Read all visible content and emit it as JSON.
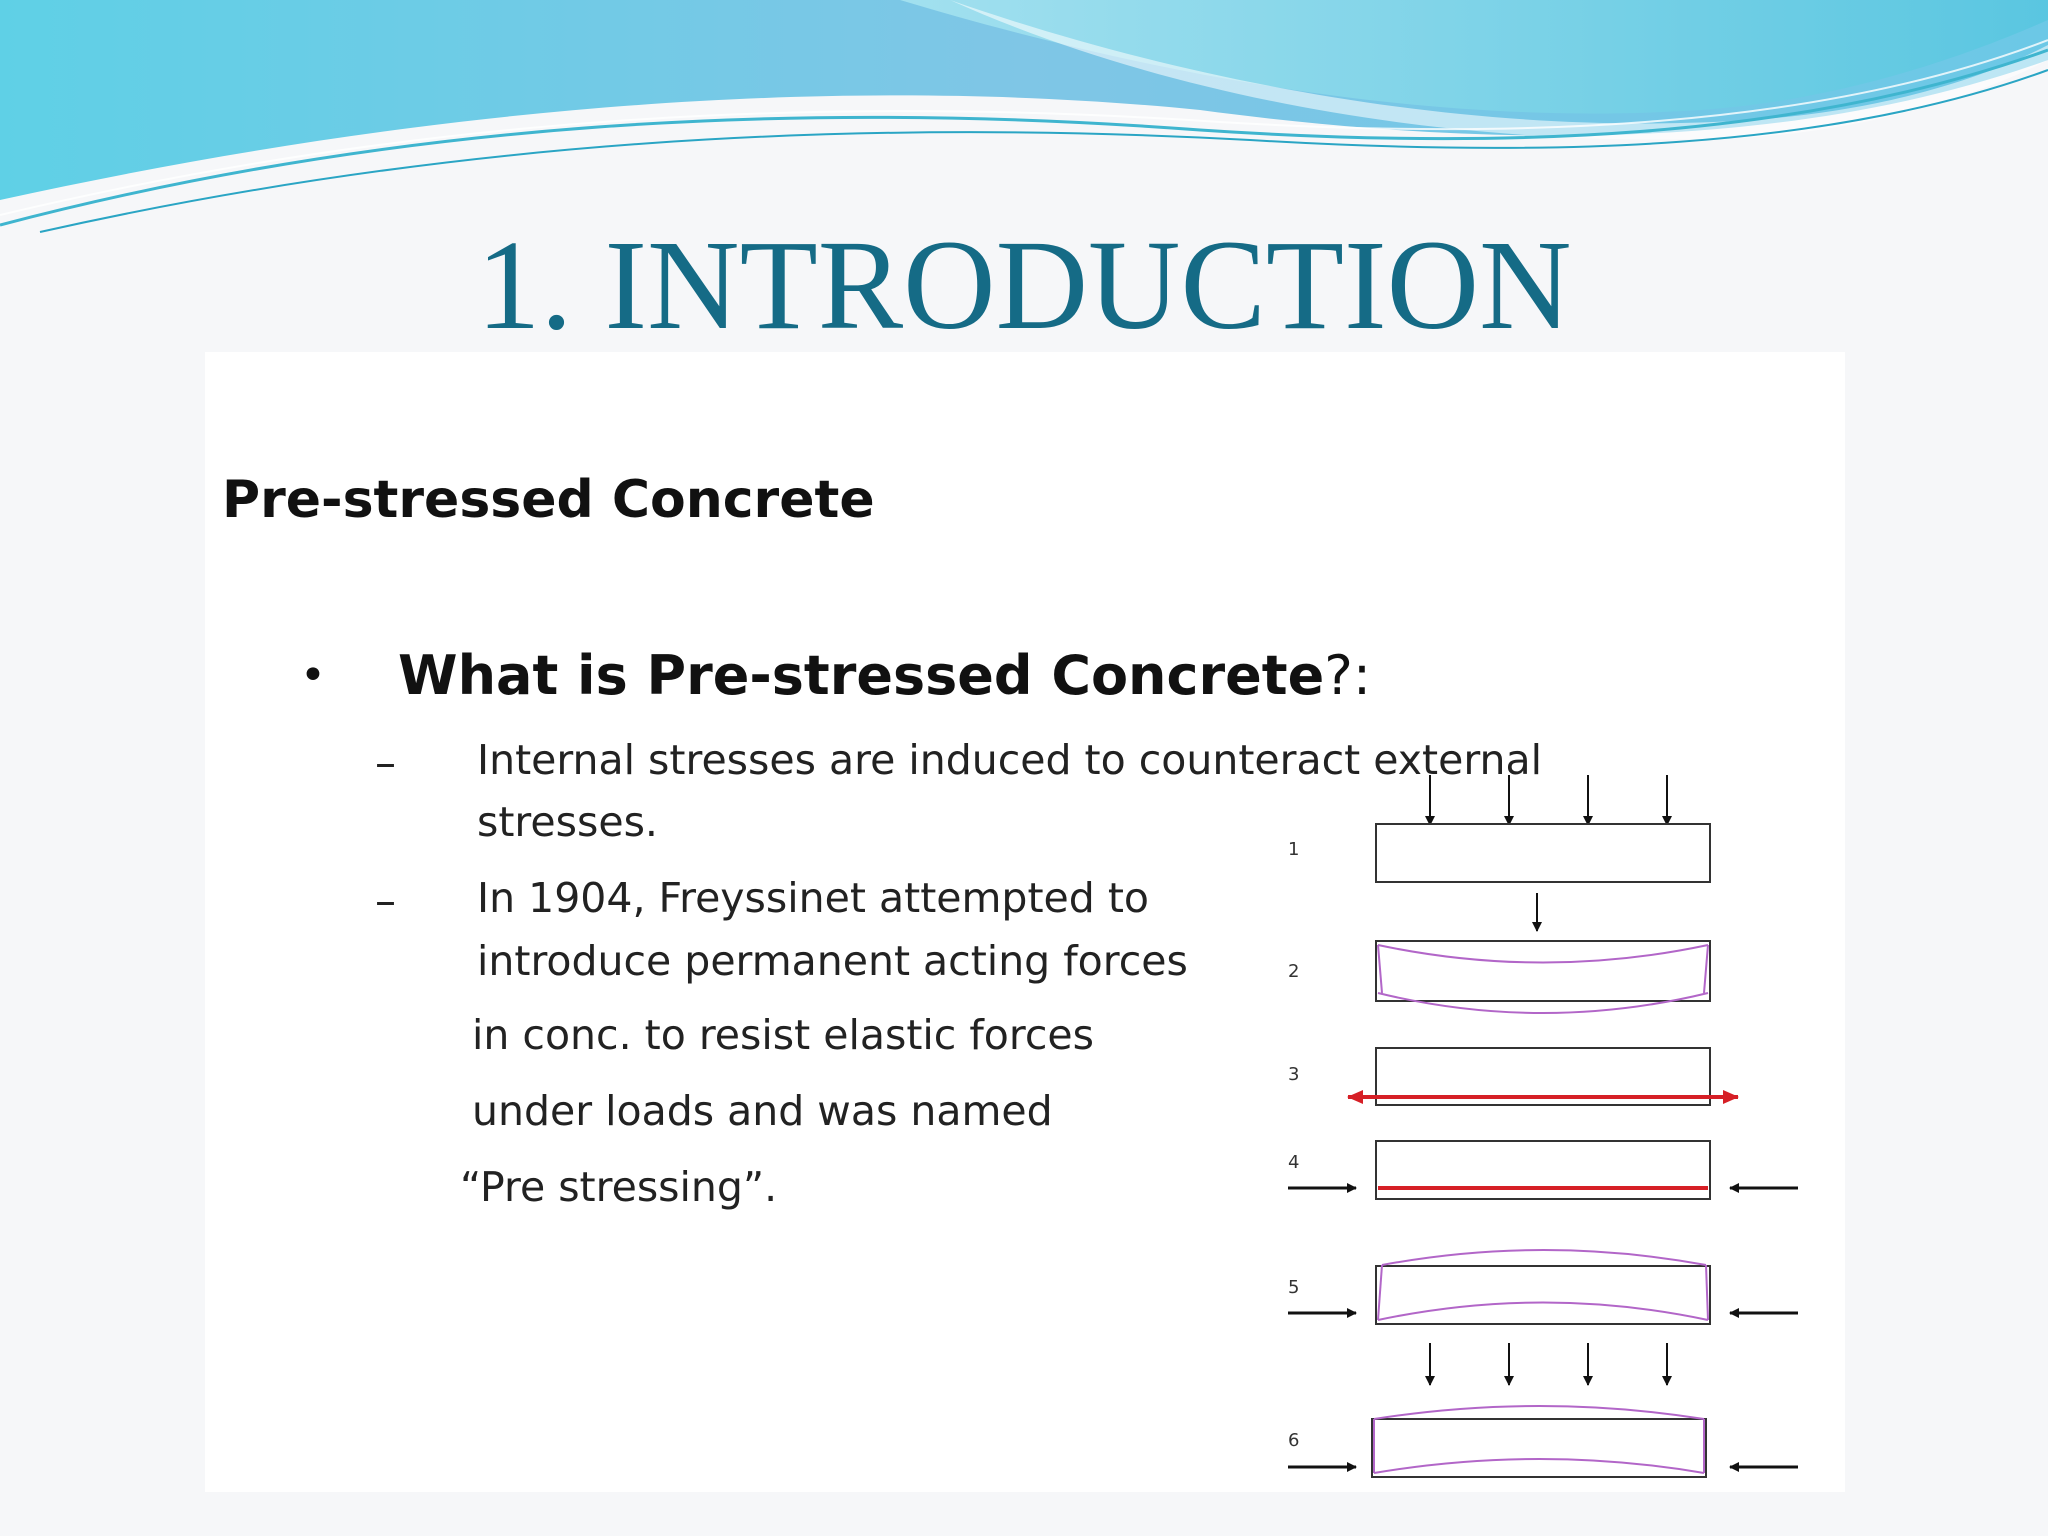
{
  "slide": {
    "title": "1. INTRODUCTION",
    "title_color": "#156b86",
    "accent_colors": {
      "wave_dark": "#29b6d4",
      "wave_light": "#9fdcee",
      "red_tendon": "#d61f26",
      "beam_curve": "#b266c8"
    }
  },
  "content": {
    "heading": "Pre-stressed Concrete",
    "bullet_symbol": "•",
    "bullet": {
      "bold": "What is Pre-stressed Concrete",
      "rest": "?:"
    },
    "dash_symbol": "–",
    "sub_items": [
      {
        "lines": [
          "Internal stresses are induced to counteract external",
          "stresses."
        ]
      },
      {
        "lines": [
          "In 1904, Freyssinet attempted to",
          "introduce permanent acting forces"
        ]
      }
    ],
    "continuation_lines": [
      "in conc. to resist elastic forces",
      "under loads and was named",
      "“Pre stressing”."
    ]
  },
  "diagram": {
    "stage_labels": [
      "1",
      "2",
      "3",
      "4",
      "5",
      "6"
    ]
  }
}
